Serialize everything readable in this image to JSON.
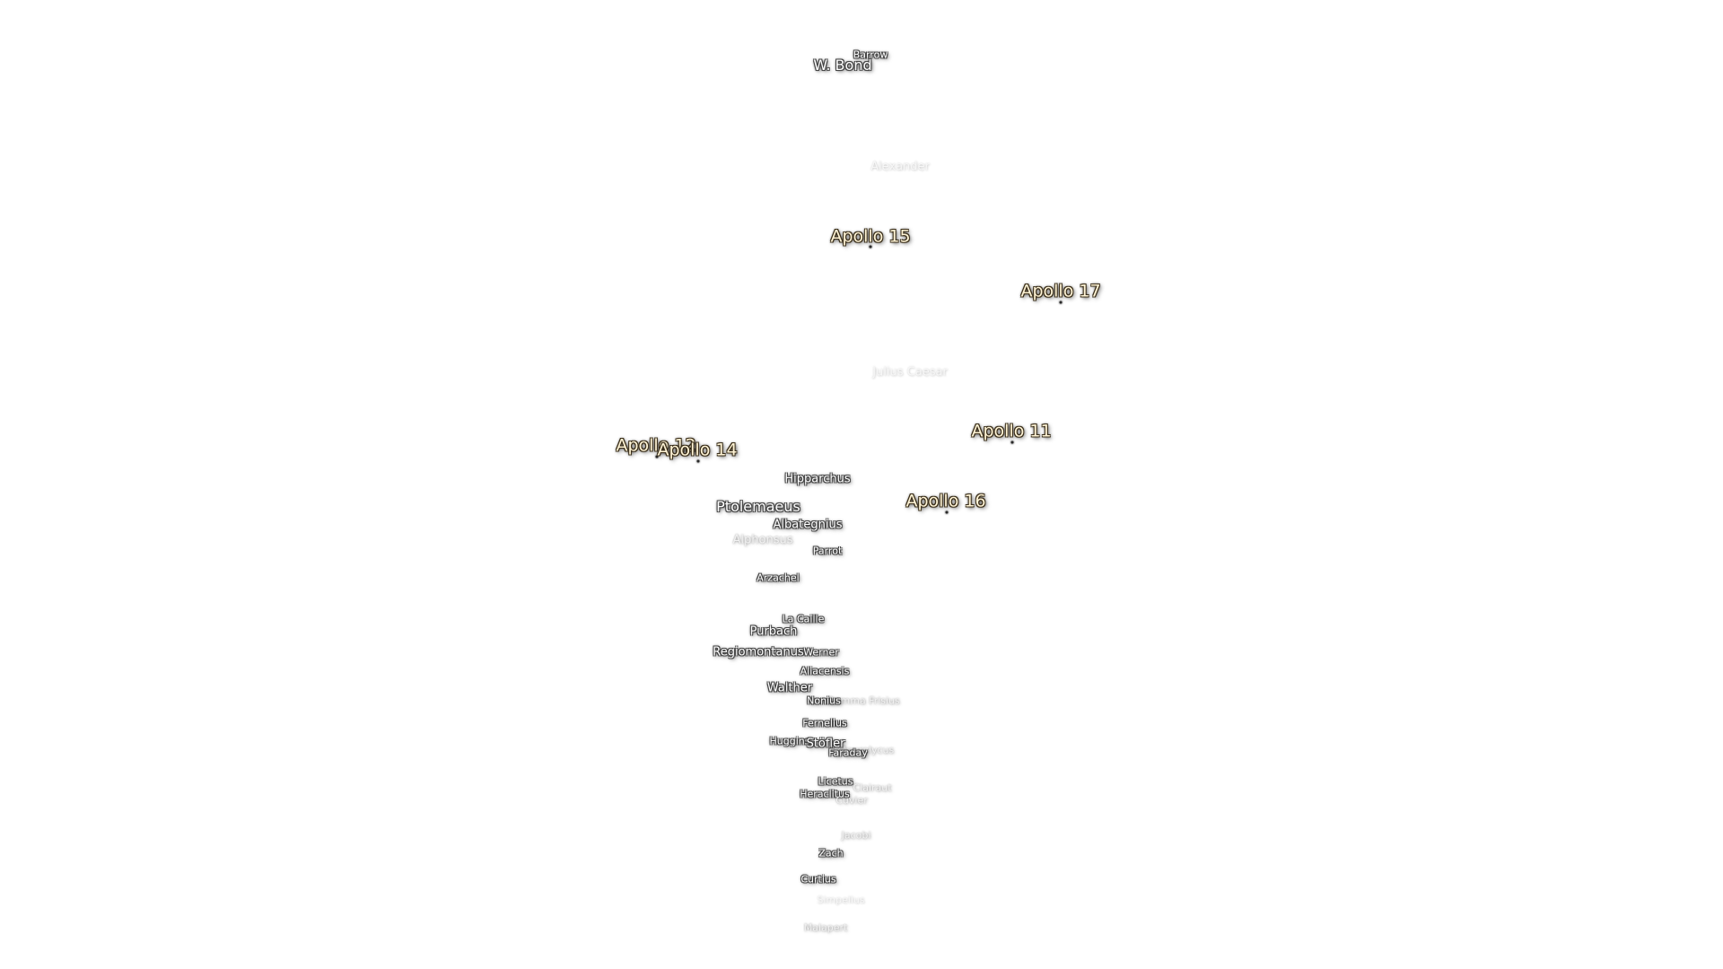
{
  "map": {
    "apollo_sites": [
      {
        "id": "apollo-15",
        "label": "Apollo 15"
      },
      {
        "id": "apollo-17",
        "label": "Apollo 17"
      },
      {
        "id": "apollo-11",
        "label": "Apollo 11"
      },
      {
        "id": "apollo-12",
        "label": "Apollo 12"
      },
      {
        "id": "apollo-14",
        "label": "Apollo 14"
      },
      {
        "id": "apollo-16",
        "label": "Apollo 16"
      }
    ],
    "craters": [
      {
        "id": "barrow",
        "label": "Barrow"
      },
      {
        "id": "w-bond",
        "label": "W. Bond"
      },
      {
        "id": "alexander",
        "label": "Alexander"
      },
      {
        "id": "julius-caesar",
        "label": "Julius Caesar"
      },
      {
        "id": "hipparchus",
        "label": "Hipparchus"
      },
      {
        "id": "ptolemaeus",
        "label": "Ptolemaeus"
      },
      {
        "id": "albategnius",
        "label": "Albategnius"
      },
      {
        "id": "alphonsus",
        "label": "Alphonsus"
      },
      {
        "id": "parrot",
        "label": "Parrot"
      },
      {
        "id": "arzachel",
        "label": "Arzachel"
      },
      {
        "id": "la-caille",
        "label": "La Caille"
      },
      {
        "id": "purbach",
        "label": "Purbach"
      },
      {
        "id": "regiomontanus",
        "label": "Regiomontanus"
      },
      {
        "id": "werner",
        "label": "Werner"
      },
      {
        "id": "aliacensis",
        "label": "Aliacensis"
      },
      {
        "id": "walther",
        "label": "Walther"
      },
      {
        "id": "nonius",
        "label": "Nonius"
      },
      {
        "id": "gemma-frisius",
        "label": "Gemma Frisius"
      },
      {
        "id": "fernelius",
        "label": "Fernelius"
      },
      {
        "id": "huggins",
        "label": "Huggins"
      },
      {
        "id": "stofler",
        "label": "Stöfler"
      },
      {
        "id": "faraday",
        "label": "Faraday"
      },
      {
        "id": "maurolycus",
        "label": "Maurolycus"
      },
      {
        "id": "licetus",
        "label": "Licetus"
      },
      {
        "id": "clairaut",
        "label": "Clairaut"
      },
      {
        "id": "heraclitus",
        "label": "Heraclitus"
      },
      {
        "id": "cuvier",
        "label": "Cuvier"
      },
      {
        "id": "jacobi",
        "label": "Jacobi"
      },
      {
        "id": "zach",
        "label": "Zach"
      },
      {
        "id": "curtius",
        "label": "Curtius"
      },
      {
        "id": "simpelius",
        "label": "Simpelius"
      },
      {
        "id": "malapert",
        "label": "Malapert"
      }
    ]
  }
}
